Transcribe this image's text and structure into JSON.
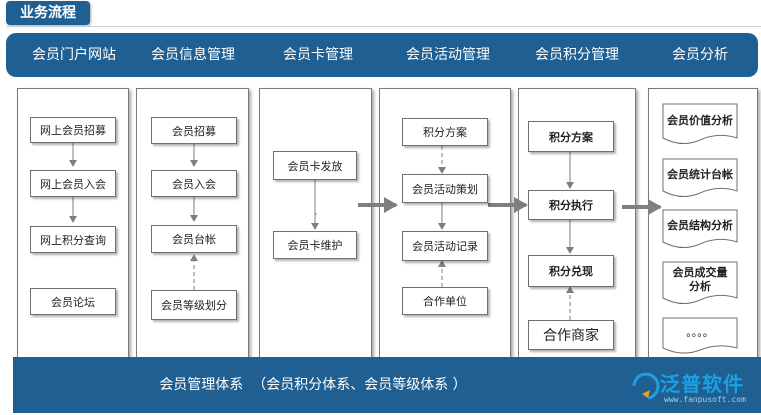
{
  "title": "业务流程",
  "headers": [
    "会员门户网站",
    "会员信息管理",
    "会员卡管理",
    "会员活动管理",
    "会员积分管理",
    "会员分析"
  ],
  "columns": {
    "portal": [
      "网上会员招募",
      "网上会员入会",
      "网上积分查询",
      "会员论坛"
    ],
    "info": [
      "会员招募",
      "会员入会",
      "会员台帐",
      "会员等级划分"
    ],
    "card": [
      "会员卡发放",
      "会员卡维护"
    ],
    "activity": [
      "积分方案",
      "会员活动策划",
      "会员活动记录",
      "合作单位"
    ],
    "points": [
      "积分方案",
      "积分执行",
      "积分兑现",
      "合作商家"
    ],
    "analysis": [
      "会员价值分析",
      "会员统计台帐",
      "会员结构分析",
      "会员成交量",
      "分析",
      "。。。。"
    ]
  },
  "footer": "会员管理体系  （会员积分体系、会员等级体系 ）",
  "logo": {
    "name": "泛普软件",
    "url": "www.fanpusoft.com"
  },
  "colors": {
    "band": "#1f5f92",
    "logo": "#1ba1e2",
    "arrow": "#7f7f7f"
  }
}
